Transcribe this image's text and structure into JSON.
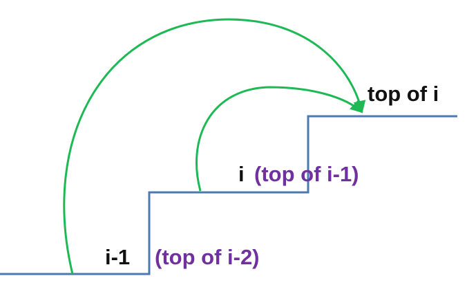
{
  "colors": {
    "stairs": "#4a7ab0",
    "arrows": "#1db954",
    "step_label": "#111111",
    "alias_label": "#7030a0"
  },
  "labels": {
    "top_of_i": "top of i",
    "step_i": "i",
    "step_i_alias": "(top of i-1)",
    "step_i_minus_1": "i-1",
    "step_i_minus_1_alias": "(top of i-2)"
  }
}
